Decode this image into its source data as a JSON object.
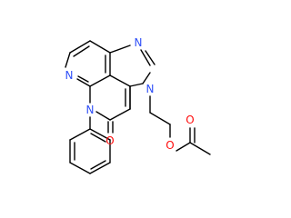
{
  "colors": {
    "background": "#ffffff",
    "bond": "#000000",
    "nitrogen": "#3050f8",
    "oxygen": "#ff0d0d"
  },
  "atoms": {
    "n_pyridine": "N",
    "n_imidazole_top": "N",
    "n_amide": "N",
    "n_imidazole_right": "N",
    "o_carbonyl": "O",
    "o_ester": "O",
    "o_acetyl": "O"
  }
}
